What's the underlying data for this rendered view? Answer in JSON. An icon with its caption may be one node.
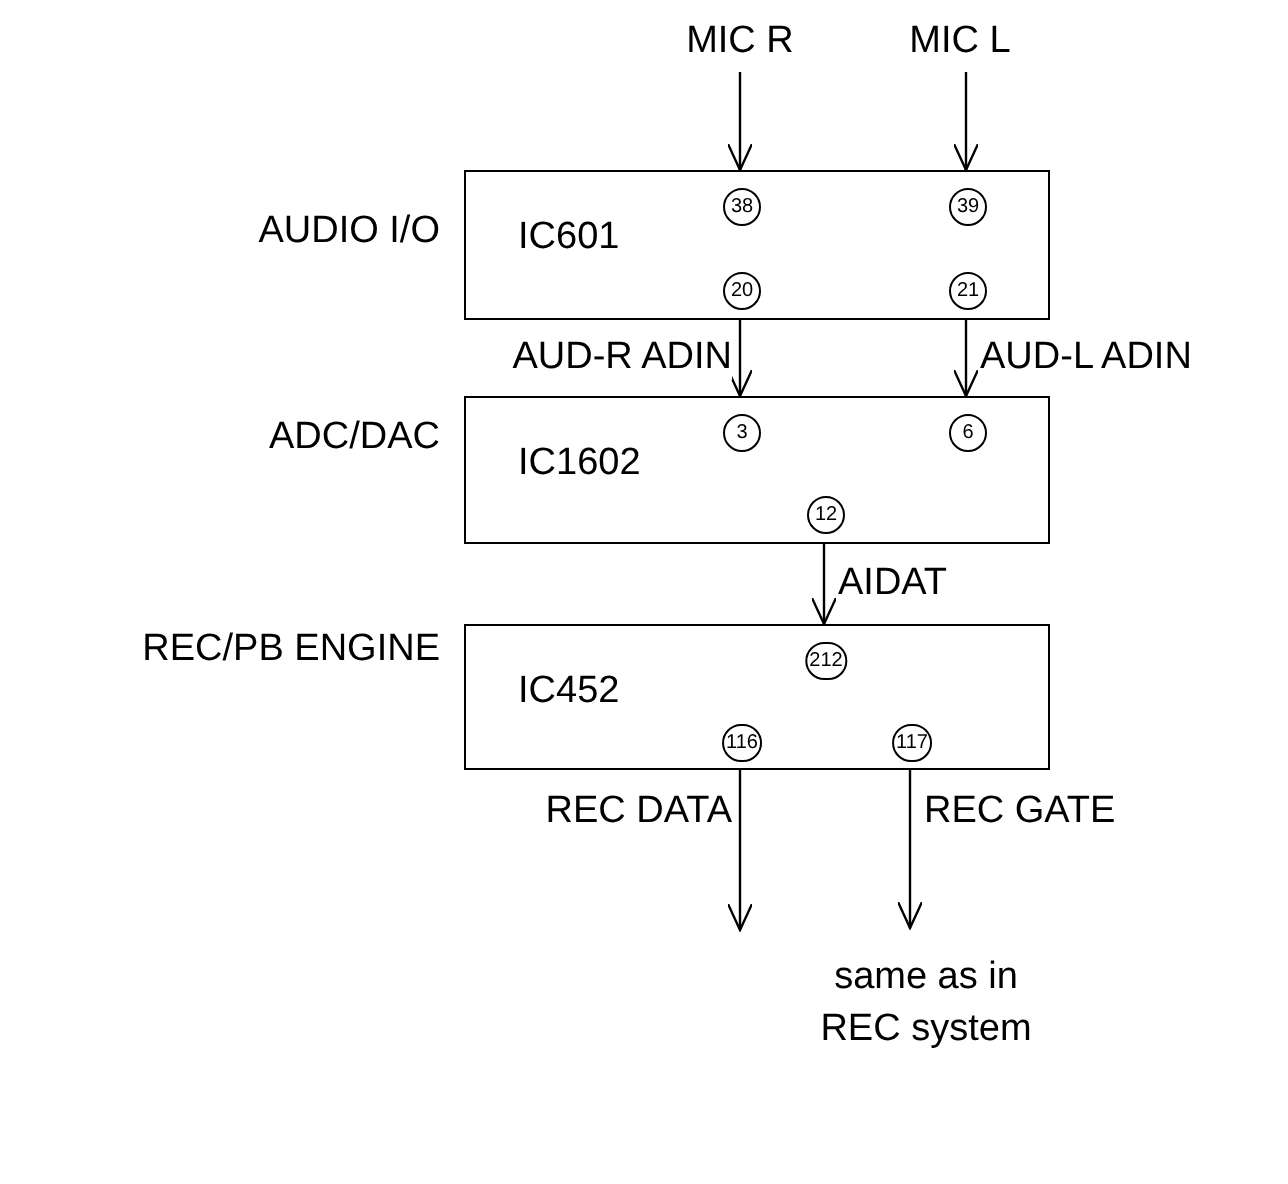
{
  "diagram": {
    "nodes": [
      {
        "text": [
          "MIC R"
        ]
      },
      {
        "text": [
          "MIC L"
        ]
      },
      {
        "text": [
          "IC601",
          "38",
          "39",
          "20",
          "21"
        ],
        "beside": [
          "AUDIO I/O"
        ]
      },
      {
        "text": [
          "IC1602",
          "3",
          "6",
          "12"
        ],
        "beside": [
          "ADC/DAC"
        ]
      },
      {
        "text": [
          "IC452",
          "212",
          "116",
          "117"
        ],
        "beside": [
          "REC/PB ENGINE"
        ]
      },
      {
        "text": [
          "same as in REC system"
        ]
      }
    ],
    "edges": [
      {
        "from": 0,
        "to": 2,
        "arrow": "to"
      },
      {
        "from": 1,
        "to": 2,
        "arrow": "to"
      },
      {
        "from": 2,
        "to": 3,
        "arrow": "to",
        "label": "AUD-R ADIN"
      },
      {
        "from": 2,
        "to": 3,
        "arrow": "to",
        "label": "AUD-L ADIN"
      },
      {
        "from": 3,
        "to": 4,
        "arrow": "to",
        "label": "AIDAT"
      },
      {
        "from": 4,
        "to": null,
        "arrow": "to",
        "label": "REC DATA"
      },
      {
        "from": 4,
        "to": 5,
        "arrow": "to",
        "label": "REC GATE"
      }
    ]
  }
}
